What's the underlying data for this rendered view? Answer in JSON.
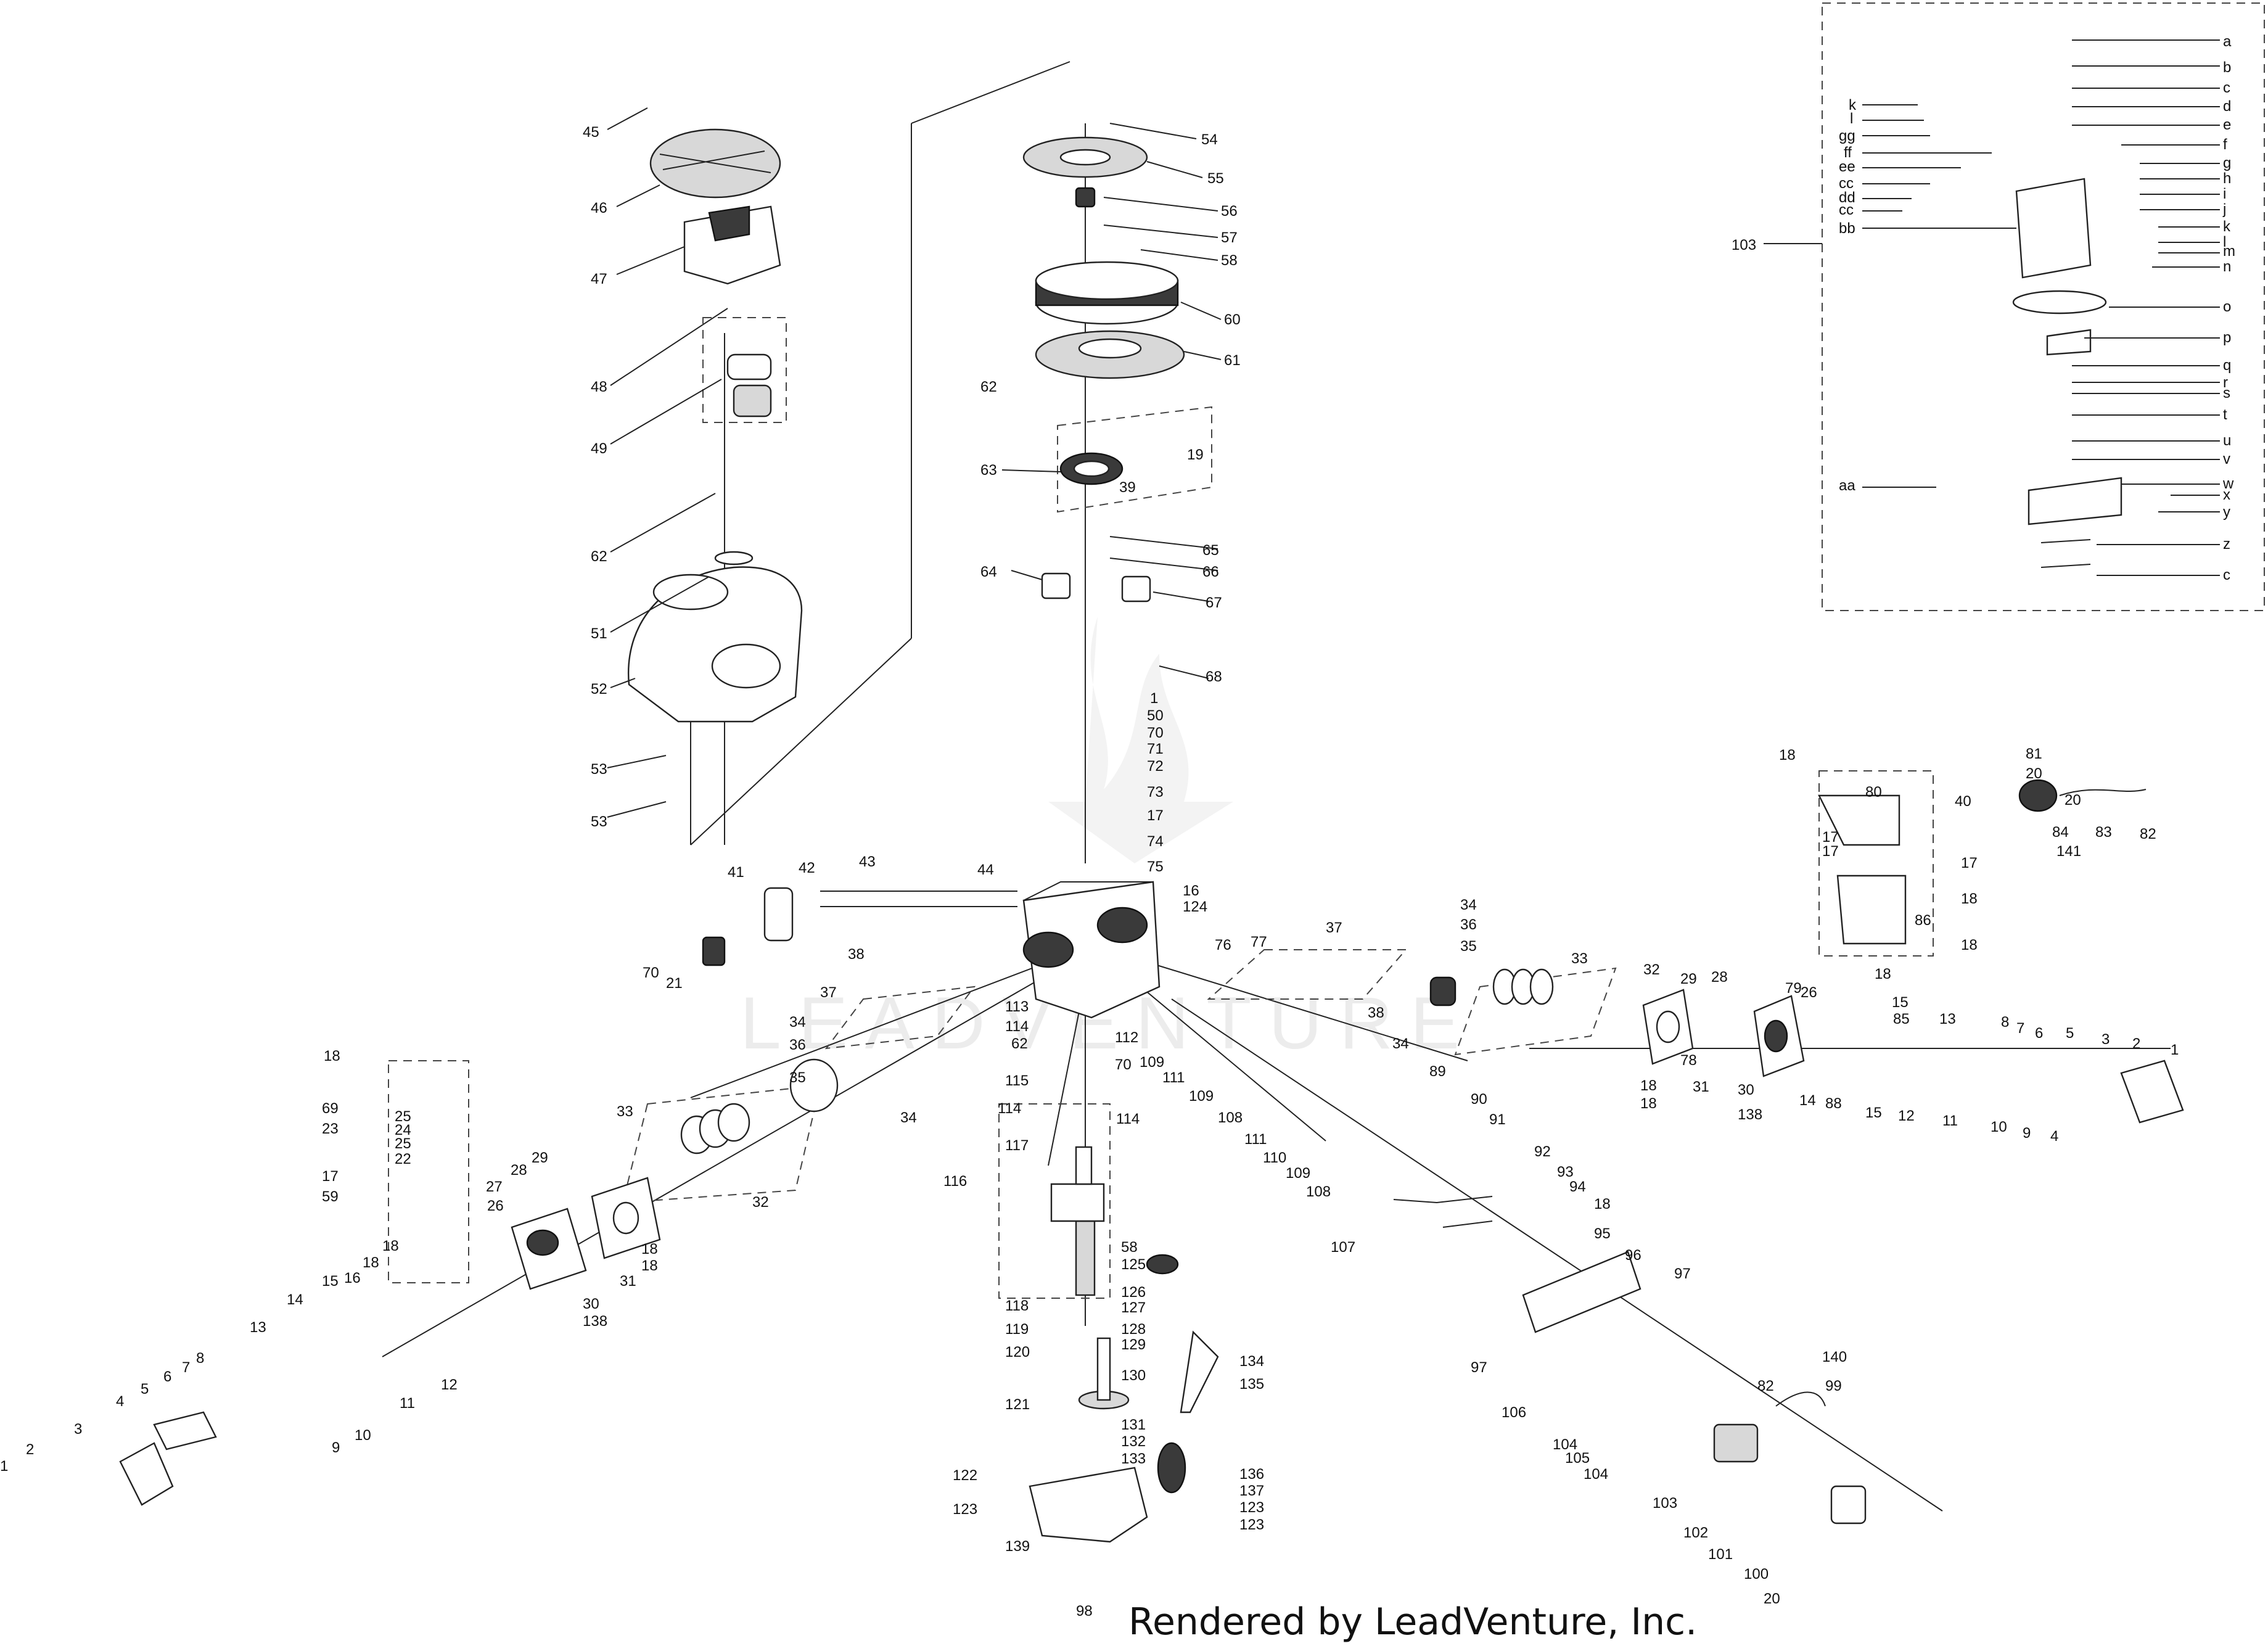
{
  "credit": "Rendered by LeadVenture, Inc.",
  "watermark": "LEADVENTURE",
  "callouts": {
    "c1a": "1",
    "c2a": "2",
    "c3a": "3",
    "c4a": "4",
    "c5a": "5",
    "c6a": "6",
    "c7a": "7",
    "c8a": "8",
    "c9a": "9",
    "c10a": "10",
    "c11a": "11",
    "c12a": "12",
    "c13a": "13",
    "c14a": "14",
    "c15a": "15",
    "c16a": "16",
    "c17a": "17",
    "c18a": "18",
    "c18b": "18",
    "c18c": "18",
    "c18d": "18",
    "c20a": "20",
    "c21a": "21",
    "c22a": "22",
    "c23a": "23",
    "c24a": "24",
    "c25a": "25",
    "c25b": "25",
    "c26a": "26",
    "c27a": "27",
    "c28a": "28",
    "c29a": "29",
    "c30a": "30",
    "c31a": "31",
    "c32a": "32",
    "c33a": "33",
    "c34a": "34",
    "c34b": "34",
    "c35a": "35",
    "c36a": "36",
    "c37a": "37",
    "c38a": "38",
    "c41a": "41",
    "c42a": "42",
    "c43a": "43",
    "c44a": "44",
    "c45a": "45",
    "c46a": "46",
    "c47a": "47",
    "c48a": "48",
    "c49a": "49",
    "c51a": "51",
    "c52a": "52",
    "c53a": "53",
    "c53b": "53",
    "c59a": "59",
    "c62a": "62",
    "c62b": "62",
    "c69a": "69",
    "c70a": "70",
    "c70b": "70",
    "c1b": "1",
    "c50": "50",
    "c54": "54",
    "c55": "55",
    "c56": "56",
    "c57": "57",
    "c58": "58",
    "c58b": "58",
    "c60": "60",
    "c61": "61",
    "c62c": "62",
    "c63": "63",
    "c19": "19",
    "c39": "39",
    "c64": "64",
    "c65": "65",
    "c66": "66",
    "c67": "67",
    "c68": "68",
    "c70c": "70",
    "c71": "71",
    "c72": "72",
    "c73": "73",
    "c17b": "17",
    "c74": "74",
    "c75": "75",
    "c16b": "16",
    "c124": "124",
    "c76": "76",
    "c77": "77",
    "c112": "112",
    "c113": "113",
    "c114a": "114",
    "c114b": "114",
    "c114c": "114",
    "c115": "115",
    "c116": "116",
    "c117": "117",
    "c118": "118",
    "c119": "119",
    "c120": "120",
    "c121": "121",
    "c122": "122",
    "c123a": "123",
    "c123b": "123",
    "c123c": "123",
    "c125": "125",
    "c126": "126",
    "c127": "127",
    "c128": "128",
    "c129": "129",
    "c130": "130",
    "c131": "131",
    "c132": "132",
    "c133": "133",
    "c134": "134",
    "c135": "135",
    "c136": "136",
    "c137": "137",
    "c139": "139",
    "c98": "98",
    "c109a": "109",
    "c109b": "109",
    "c109c": "109",
    "c111a": "111",
    "c111b": "111",
    "c108a": "108",
    "c108b": "108",
    "c110": "110",
    "c37b": "37",
    "c34c": "34",
    "c36b": "36",
    "c35b": "35",
    "c33b": "33",
    "c38b": "38",
    "c34d": "34",
    "c32b": "32",
    "c29b": "29",
    "c28b": "28",
    "c78": "78",
    "c31b": "31",
    "c18e": "18",
    "c18f": "18",
    "c30b": "30",
    "c138b": "138",
    "c79": "79",
    "c26b": "26",
    "c14b": "14",
    "c88": "88",
    "c15b": "15",
    "c85": "85",
    "c13b": "13",
    "c8b": "8",
    "c7b": "7",
    "c6b": "6",
    "c5b": "5",
    "c3b": "3",
    "c2b": "2",
    "c1c": "1",
    "c12b": "12",
    "c11b": "11",
    "c10b": "10",
    "c9b": "9",
    "c4b": "4",
    "c15c": "15",
    "c89": "89",
    "c90": "90",
    "c91": "91",
    "c92": "92",
    "c93": "93",
    "c94": "94",
    "c18g": "18",
    "c95": "95",
    "c96": "96",
    "c97a": "97",
    "c97b": "97",
    "c106": "106",
    "c107": "107",
    "c104a": "104",
    "c104b": "104",
    "c105": "105",
    "c103b": "103",
    "c102": "102",
    "c101": "101",
    "c100": "100",
    "c20d": "20",
    "c82b": "82",
    "c140": "140",
    "c99": "99",
    "c18h": "18",
    "c80": "80",
    "c40": "40",
    "c17c": "17",
    "c17d": "17",
    "c17e": "17",
    "c18i": "18",
    "c86": "86",
    "c18j": "18",
    "c18k": "18",
    "c81": "81",
    "c20b": "20",
    "c20c": "20",
    "c83": "83",
    "c82": "82",
    "c84": "84",
    "c141": "141",
    "c138a": "138",
    "c18l": "18",
    "c18m": "18",
    "c16a2": "16",
    "c15a2": "15",
    "c14a2": "14",
    "c13a2": "13",
    "c12a2": "12",
    "c11a2": "11",
    "c10a2": "10",
    "c9a2": "9",
    "c7a2": "7",
    "c6a2": "6",
    "c5a2": "5",
    "c4a2": "4",
    "c3a2": "3",
    "c2a2": "2",
    "c1a2": "1",
    "c17f": "17",
    "c59": "59",
    "c22": "22",
    "c25c": "25",
    "c24": "24",
    "c23": "23",
    "c69": "69",
    "c18n": "18",
    "c18o": "18",
    "c27": "27",
    "c34e": "34",
    "c34f": "34",
    "c103": "103",
    "la": "a",
    "lb": "b",
    "lc": "c",
    "ld": "d",
    "le": "e",
    "lf": "f",
    "lg": "g",
    "lh": "h",
    "li": "i",
    "lj": "j",
    "lk": "k",
    "ll": "l",
    "lm": "m",
    "ln": "n",
    "lo": "o",
    "lp": "p",
    "lq": "q",
    "lr": "r",
    "ls": "s",
    "lt": "t",
    "lu": "u",
    "lv": "v",
    "lw": "w",
    "lx": "x",
    "ly": "y",
    "lz": "z",
    "lc2": "c",
    "lk2": "k",
    "ll2": "l",
    "lgg": "gg",
    "lff": "ff",
    "lee": "ee",
    "lcc": "cc",
    "ldd": "dd",
    "lcc2": "cc",
    "lbb": "bb",
    "laa": "aa"
  }
}
